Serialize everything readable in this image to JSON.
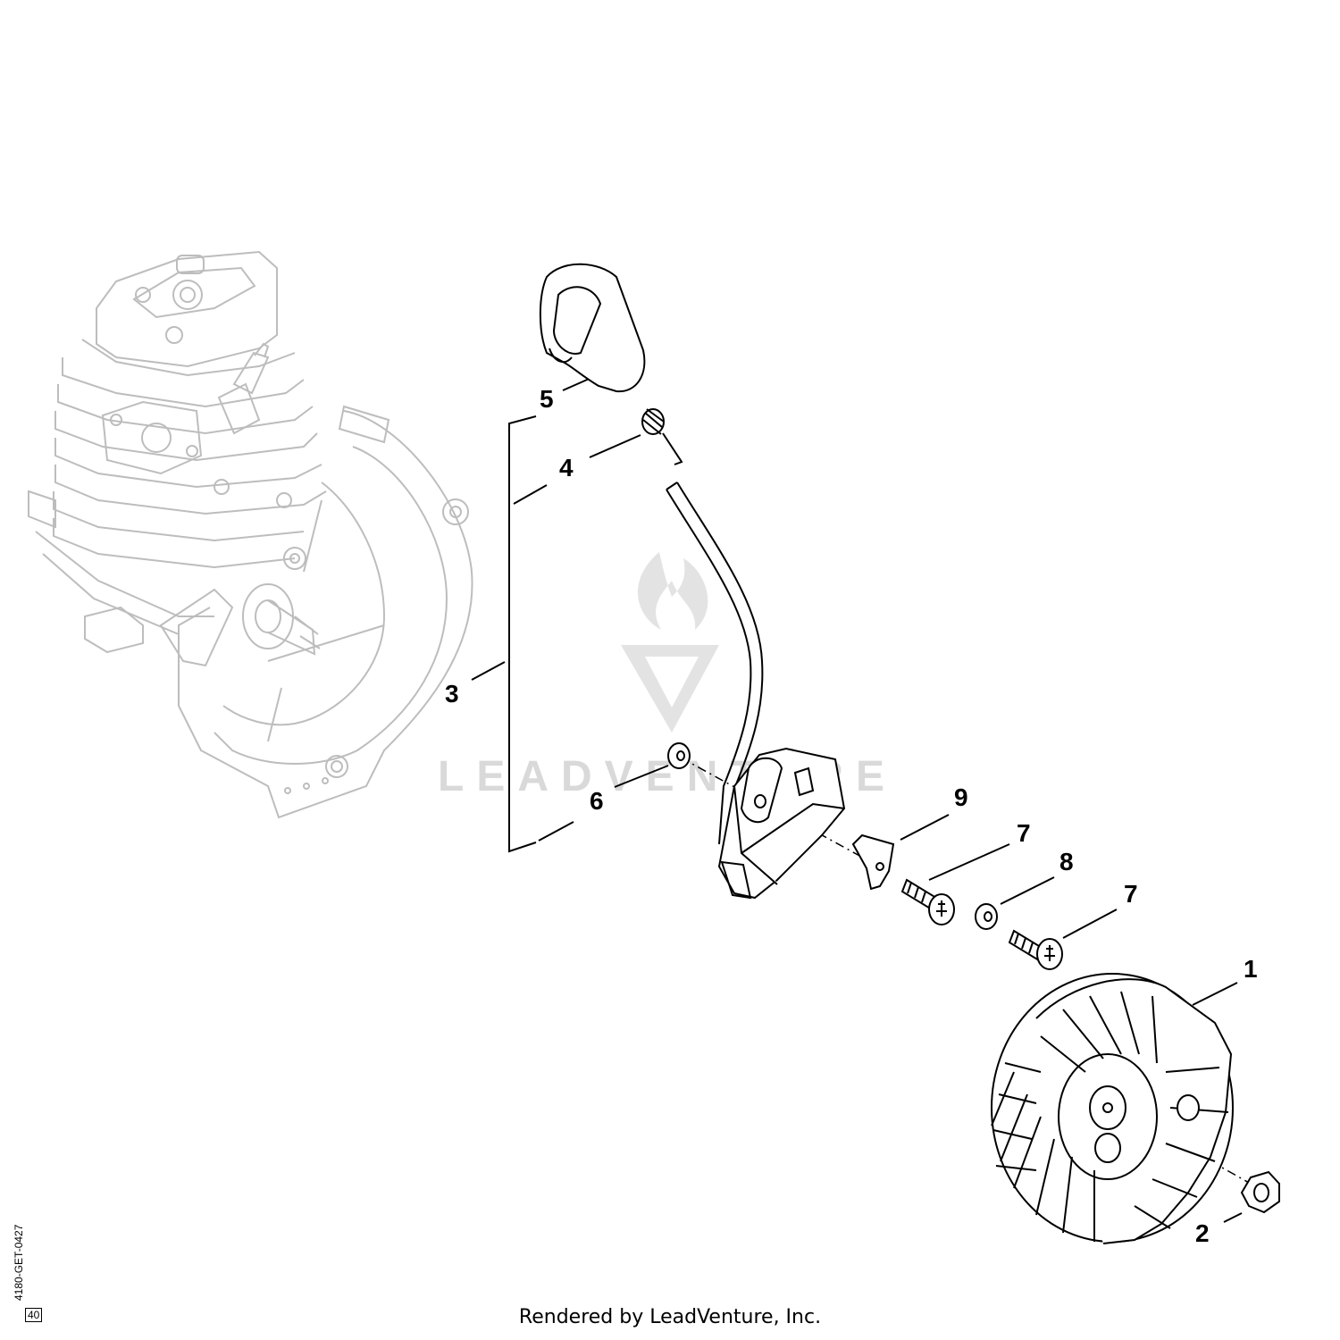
{
  "callouts": {
    "c1": "1",
    "c2": "2",
    "c3": "3",
    "c4": "4",
    "c5": "5",
    "c6": "6",
    "c7a": "7",
    "c7b": "7",
    "c8": "8",
    "c9": "9"
  },
  "watermark": {
    "text": "LEADVENTURE"
  },
  "footer": {
    "rendered_by": "Rendered by LeadVenture, Inc."
  },
  "drawing_code": {
    "code": "4180-GET-0427",
    "box": "40"
  },
  "colors": {
    "engine_stroke": "#bdbdbd",
    "part_stroke": "#000000",
    "watermark": "#d9d9d9"
  }
}
